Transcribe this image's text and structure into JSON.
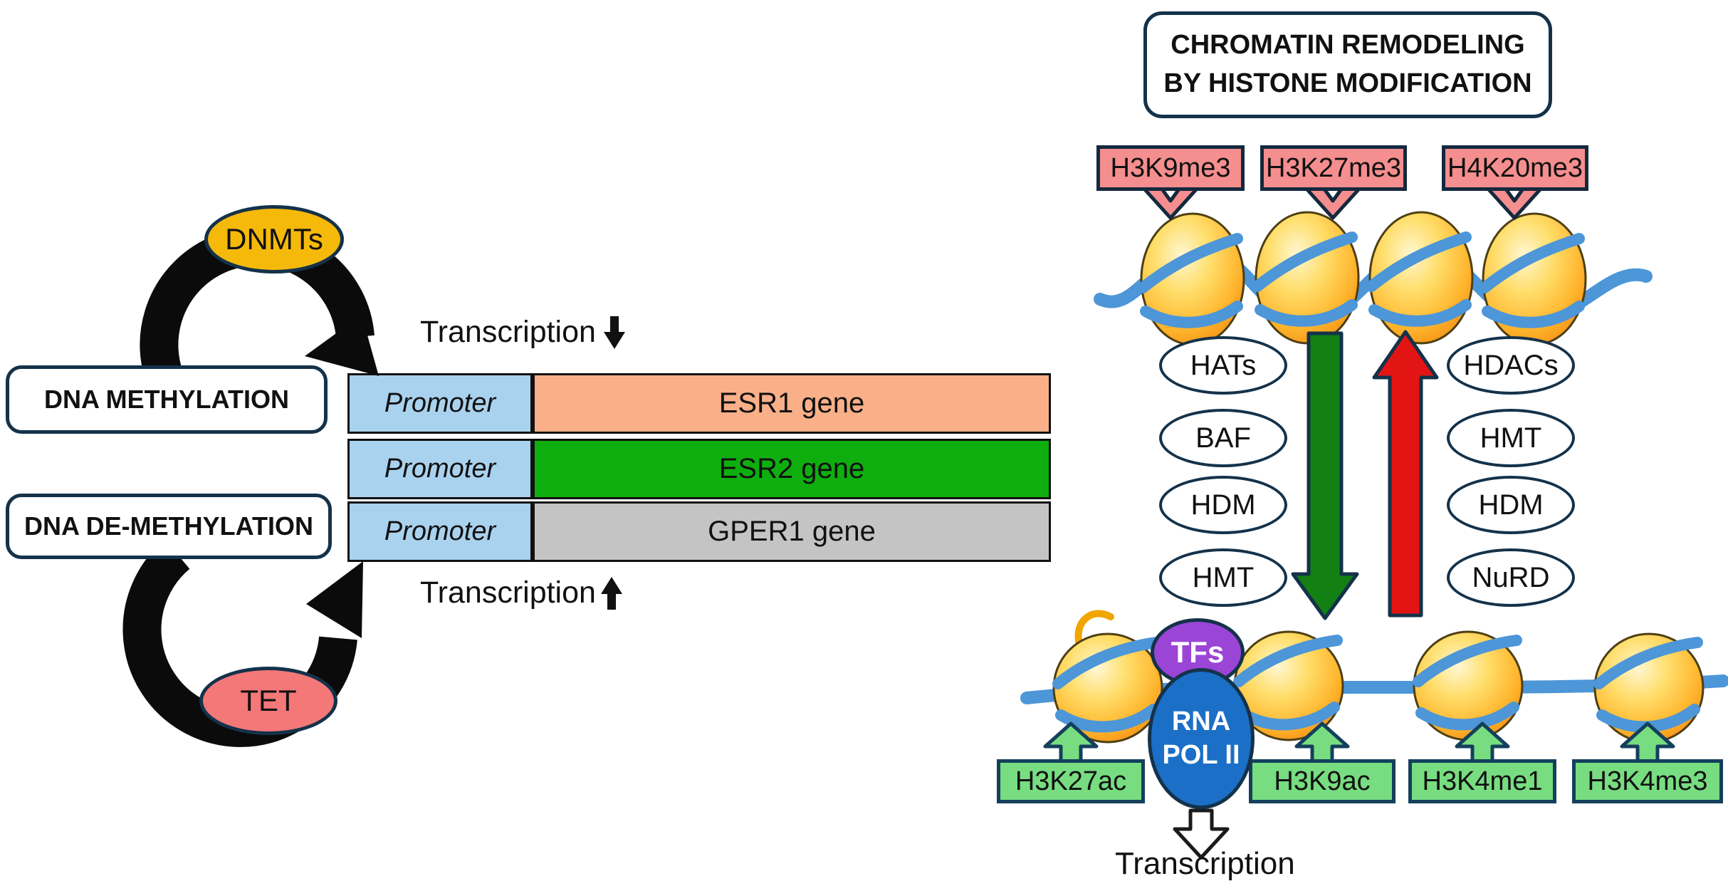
{
  "colors": {
    "outline_navy": "#14324A",
    "dnmts_fill": "#F5B90A",
    "tet_fill": "#F47878",
    "promoter_fill": "#A9D2EE",
    "esr1_fill": "#F9B088",
    "esr2_fill": "#0FAE0F",
    "gper1_fill": "#C4C4C4",
    "repressive_mark_fill": "#F58E8E",
    "active_mark_fill": "#77DD80",
    "condensing_arrow_green": "#128012",
    "opening_arrow_red": "#E31414",
    "tfs_fill": "#9B45D6",
    "rna_pol_fill": "#1B6FC6",
    "dna_strand_blue": "#4D96D8",
    "nucleosome_orange": "#F6921E"
  },
  "left_panel": {
    "dnmts": "DNMTs",
    "tet": "TET",
    "methylation_box": "DNA METHYLATION",
    "demethylation_box": "DNA DE-METHYLATION",
    "transcription_down": "Transcription",
    "transcription_up": "Transcription",
    "rows": [
      {
        "promoter": "Promoter",
        "gene": "ESR1 gene"
      },
      {
        "promoter": "Promoter",
        "gene": "ESR2 gene"
      },
      {
        "promoter": "Promoter",
        "gene": "GPER1 gene"
      }
    ]
  },
  "right_panel": {
    "title_line1": "CHROMATIN REMODELING",
    "title_line2": "BY HISTONE MODIFICATION",
    "repressive_marks": [
      "H3K9me3",
      "H3K27me3",
      "H4K20me3"
    ],
    "left_enzymes": [
      "HATs",
      "BAF",
      "HDM",
      "HMT"
    ],
    "right_enzymes": [
      "HDACs",
      "HMT",
      "HDM",
      "NuRD"
    ],
    "tfs": "TFs",
    "rna_pol_line1": "RNA",
    "rna_pol_line2": "POL II",
    "active_marks": [
      "H3K27ac",
      "H3K9ac",
      "H3K4me1",
      "H3K4me3"
    ],
    "transcription": "Transcription"
  }
}
